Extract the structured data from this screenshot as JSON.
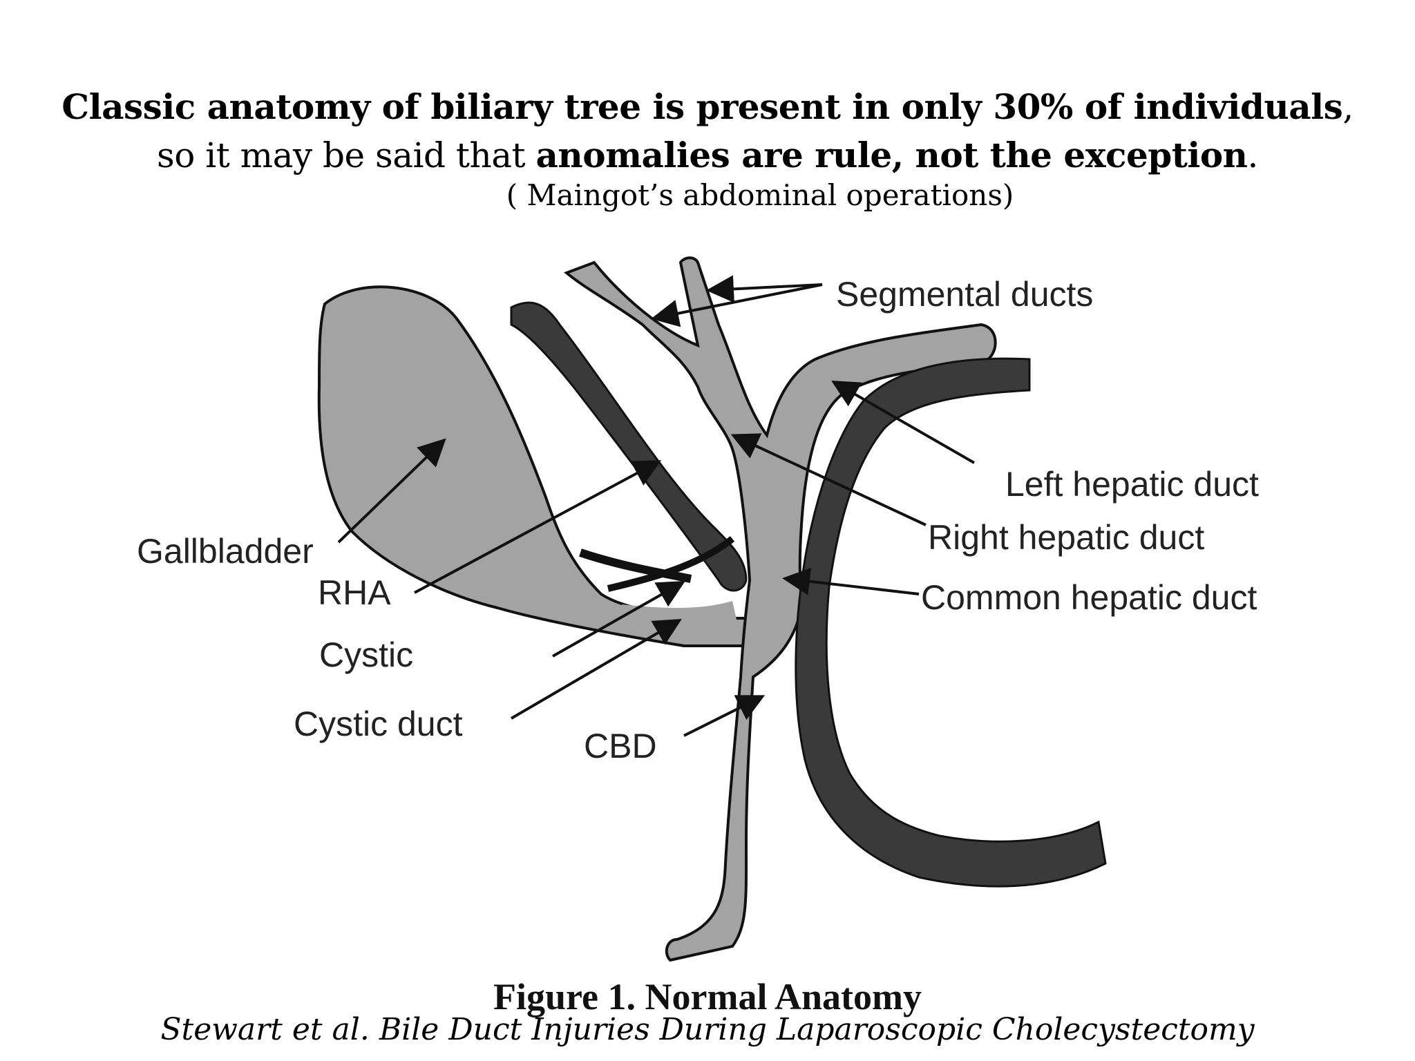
{
  "headline": {
    "seg1_bold": "Classic anatomy of  biliary tree is present in only 30% of individuals",
    "seg2": ", so it may be said that ",
    "seg3_bold": "anomalies are rule, not the exception",
    "seg4": "."
  },
  "citation": "( Maingot’s abdominal operations)",
  "diagram": {
    "labels": {
      "segmental_ducts": "Segmental ducts",
      "left_hepatic_duct": "Left hepatic duct",
      "right_hepatic_duct": "Right hepatic duct",
      "common_hepatic_duct": "Common hepatic duct",
      "gallbladder": "Gallbladder",
      "rha": "RHA",
      "cystic": "Cystic",
      "cystic_duct": "Cystic duct",
      "cbd": "CBD"
    },
    "colors": {
      "duct_fill": "#a3a3a3",
      "artery_fill": "#3a3a3a",
      "outline": "#111111"
    }
  },
  "figure_caption": "Figure 1. Normal Anatomy",
  "source": "Stewart et al. Bile Duct Injuries During Laparoscopic Cholecystectomy"
}
